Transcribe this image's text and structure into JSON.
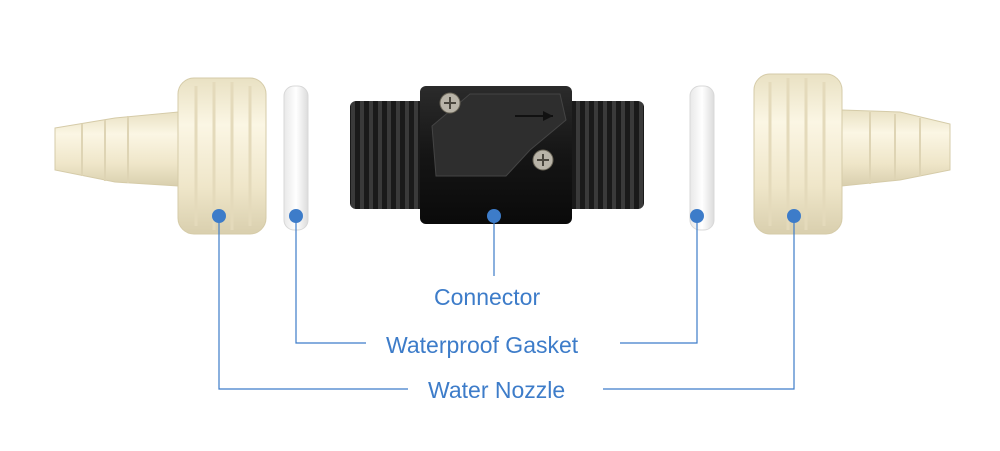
{
  "labels": {
    "connector": "Connector",
    "waterproof_gasket": "Waterproof Gasket",
    "water_nozzle": "Water Nozzle"
  },
  "colors": {
    "label_text": "#3d7cc9",
    "callout_line": "#3d7cc9",
    "callout_dot": "#3d7cc9",
    "nozzle_body": "#f2ebd2",
    "gasket": "#f6f6f6",
    "connector_body": "#1b1b1b",
    "background": "#ffffff"
  },
  "parts": [
    {
      "name": "water-nozzle-left",
      "icon": "nozzle-icon"
    },
    {
      "name": "gasket-left",
      "icon": "gasket-icon"
    },
    {
      "name": "connector",
      "icon": "threaded-connector-icon"
    },
    {
      "name": "gasket-right",
      "icon": "gasket-icon"
    },
    {
      "name": "water-nozzle-right",
      "icon": "nozzle-icon"
    }
  ]
}
